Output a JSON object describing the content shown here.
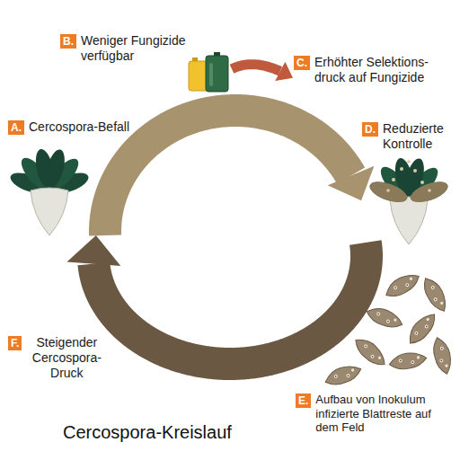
{
  "diagram": {
    "title": "Cercospora-Kreislauf",
    "nodes": [
      {
        "text": [
          "A.",
          "Cercospora-Befall"
        ]
      },
      {
        "text": [
          "B.",
          "Weniger Fungizide verfügbar"
        ]
      },
      {
        "text": [
          "C.",
          "Erhöhter Selektions- druck auf Fungizide"
        ]
      },
      {
        "text": [
          "D.",
          "Reduzierte Kontrolle"
        ]
      },
      {
        "text": [
          "E.",
          "Aufbau von Inokulum infizierte Blattreste auf dem Feld"
        ]
      },
      {
        "text": [
          "F.",
          "Steigender Cercospora-Druck"
        ]
      }
    ],
    "edges": [
      {
        "from": 0,
        "to": 3,
        "arrow": "to"
      },
      {
        "from": 1,
        "to": 2,
        "arrow": "to"
      },
      {
        "from": 3,
        "to": 0,
        "arrow": "to"
      }
    ]
  }
}
